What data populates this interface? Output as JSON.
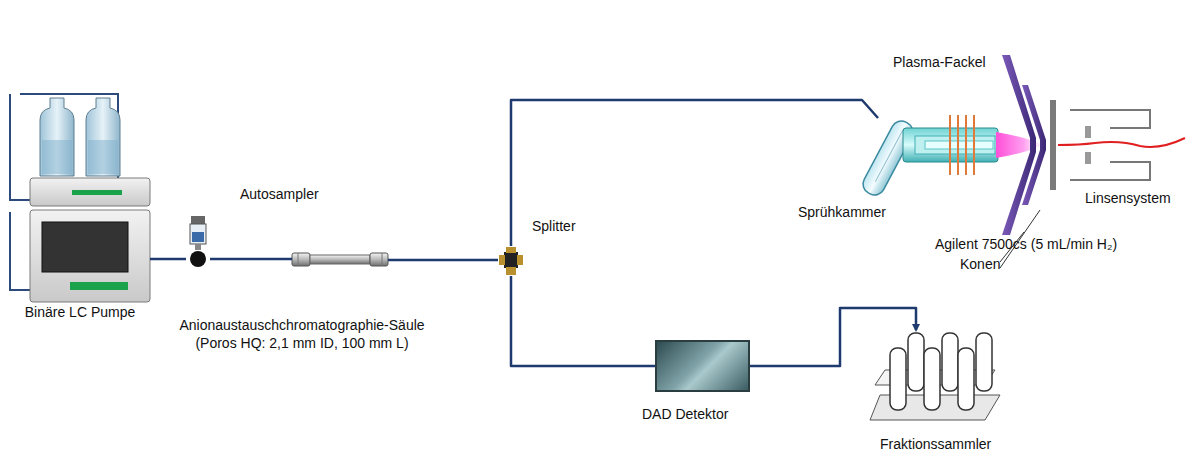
{
  "diagram": {
    "nodes": [
      {
        "text": [
          "Binäre LC Pumpe"
        ]
      },
      {
        "text": [
          "Autosampler"
        ]
      },
      {
        "text": [
          "Anionaustauschchromatographie-Säule (Poros HQ: 2,1 mm ID, 100 mm L)"
        ]
      },
      {
        "text": [
          "Splitter"
        ]
      },
      {
        "text": [
          "Sprühkammer"
        ]
      },
      {
        "text": [
          "DAD Detektor"
        ]
      },
      {
        "text": [
          "Fraktionssammler"
        ]
      }
    ],
    "edges": [
      {
        "from": 0,
        "to": 1,
        "arrow": "none"
      },
      {
        "from": 1,
        "to": 2,
        "arrow": "none"
      },
      {
        "from": 2,
        "to": 3,
        "arrow": "none"
      },
      {
        "from": 3,
        "to": 4,
        "arrow": "none"
      },
      {
        "from": 3,
        "to": 5,
        "arrow": "none"
      },
      {
        "from": 5,
        "to": 6,
        "arrow": "to"
      }
    ],
    "labels": [
      "Plasma-Fackel",
      "Konen",
      "Linsensystem",
      "Agilent 7500cs (5 mL/min H₂)"
    ]
  }
}
